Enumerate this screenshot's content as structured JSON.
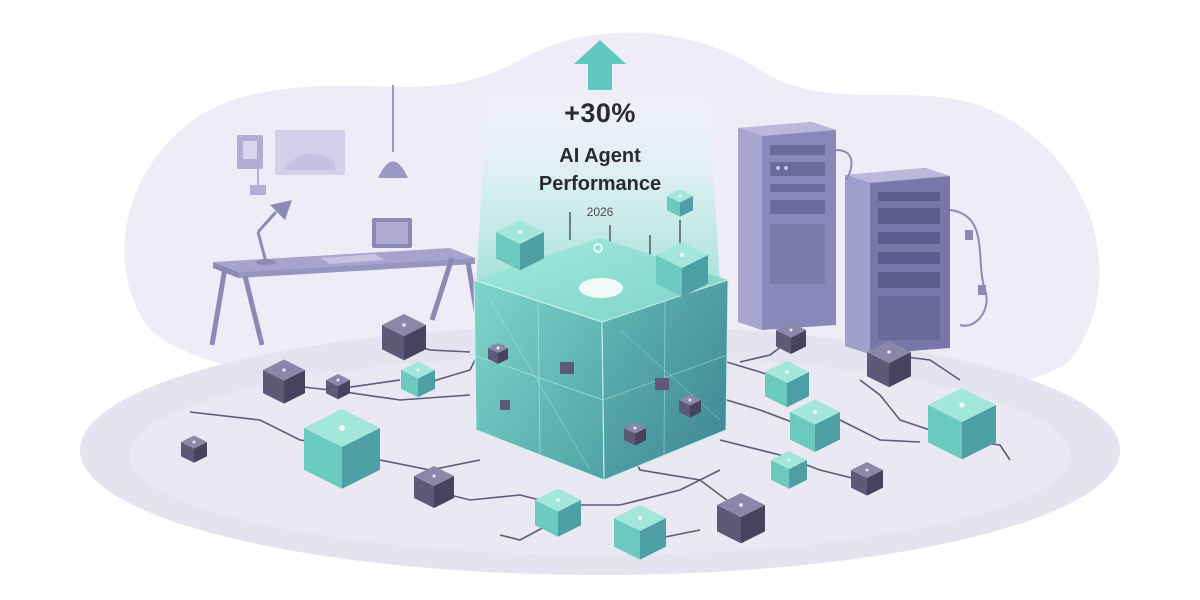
{
  "headline": {
    "percent": "+30%",
    "line1": "AI Agent",
    "line2": "Performance",
    "year": "2026"
  },
  "colors": {
    "accent_teal": "#5fc7bd",
    "cube_teal": "#6cc9be",
    "cube_dark": "#5d5a78",
    "background_blob": "#ecebf6",
    "floor": "#e1e0ef",
    "furniture": "#9c98c4"
  },
  "icons": [
    "up-arrow-icon",
    "lamp-icon",
    "pendant-lamp-icon",
    "server-rack-icon",
    "laptop-icon"
  ]
}
